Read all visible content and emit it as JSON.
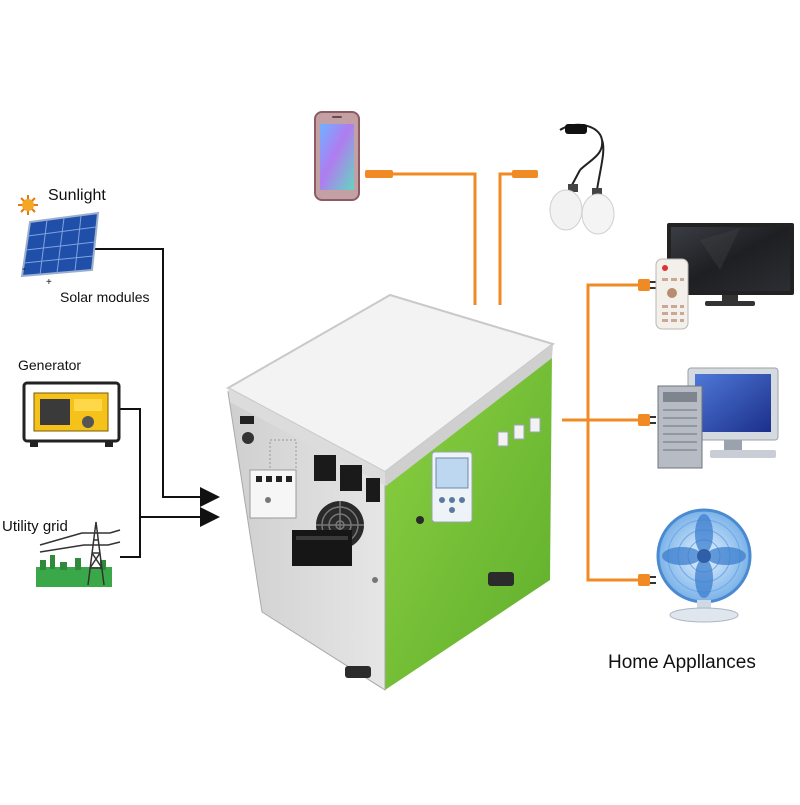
{
  "labels": {
    "sunlight": "Sunlight",
    "solar_modules": "Solar modules",
    "solar_minus": "-",
    "solar_plus": "+",
    "generator": "Generator",
    "utility_grid": "Utility grid",
    "home_appliances": "Home Appllances"
  },
  "colors": {
    "output_wire": "#f08a24",
    "input_wire": "#111111",
    "unit_green": "#7dc63a",
    "unit_body": "#d9d9d9",
    "unit_lid": "#f3f3f3",
    "lcd_blue": "#bcd7ef"
  },
  "icons": {
    "sun": "sun-icon",
    "solar_panel": "solar-panel-icon",
    "generator": "generator-icon",
    "utility_tower": "utility-tower-icon",
    "phone": "smartphone-icon",
    "bulbs": "led-bulbs-icon",
    "tv": "tv-icon",
    "remote": "remote-control-icon",
    "computer": "desktop-computer-icon",
    "fan": "electric-fan-icon",
    "power_unit": "solar-power-station-icon"
  }
}
